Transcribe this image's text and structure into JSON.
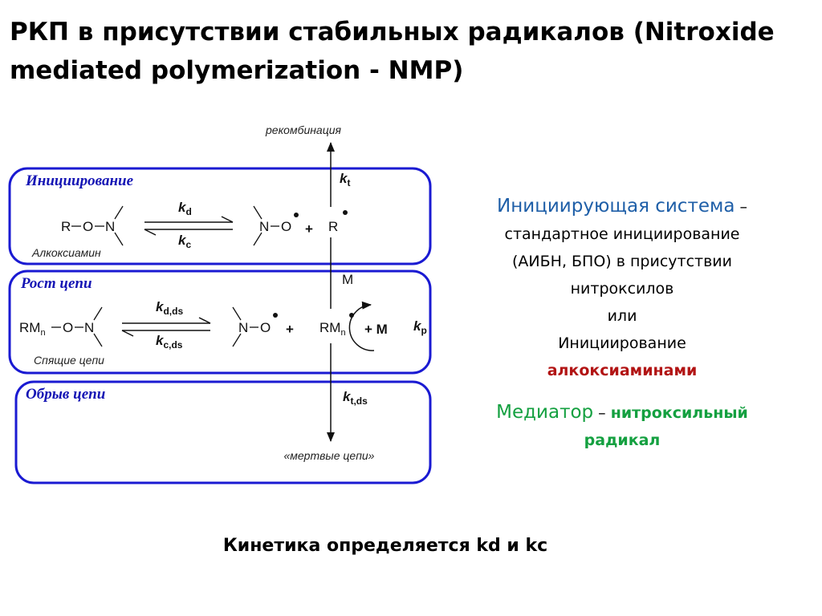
{
  "title": "РКП в присутствии стабильных радикалов (Nitroxide mediated polymerization - NMP)",
  "scheme": {
    "recombination_label": "рекомбинация",
    "sections": {
      "initiation": "Инициирование",
      "growth": "Рост цепи",
      "termination": "Обрыв цепи"
    },
    "initiation_row": {
      "r": "R",
      "o1": "O",
      "n1": "N",
      "kd": "k",
      "kd_sub": "d",
      "kc": "k",
      "kc_sub": "c",
      "n2": "N",
      "o2": "O",
      "plus": "+",
      "r_radical": "R",
      "caption": "Алкоксиамин"
    },
    "growth_row": {
      "rm": "RM",
      "rm_sub": "n",
      "o1": "O",
      "n1": "N",
      "kdds": "k",
      "kdds_sub": "d,ds",
      "kcds": "k",
      "kcds_sub": "c,ds",
      "n2": "N",
      "o2": "O",
      "plus": "+",
      "rm_radical": "RM",
      "rm_radical_sub": "n",
      "plus_m": "+ M",
      "kp": "k",
      "kp_sub": "p",
      "caption": "Спящие цепи"
    },
    "vertical": {
      "kt": "k",
      "kt_sub": "t",
      "m": "M",
      "ktds": "k",
      "ktds_sub": "t,ds"
    },
    "dead_chains": "«мертвые цепи»"
  },
  "right_panel": {
    "p1_colored": "Инициирующая система",
    "p1_dash": " –",
    "p2": "стандартное инициирование",
    "p3": "(АИБН, БПО) в присутствии",
    "p4": "нитроксилов",
    "p5": "или",
    "p6": "Инициирование",
    "p7": "алкоксиаминами",
    "p8_colored": "Медиатор",
    "p8_dash": " – ",
    "p8_bold": "нитроксильный",
    "p9": "радикал"
  },
  "bottom_text": "Кинетика определяется kd и kc",
  "colors": {
    "box_border": "#1a1ad2",
    "section_label": "#1414b4",
    "blue_text": "#1f5fa8",
    "red_text": "#b21414",
    "green_text": "#14a040"
  }
}
